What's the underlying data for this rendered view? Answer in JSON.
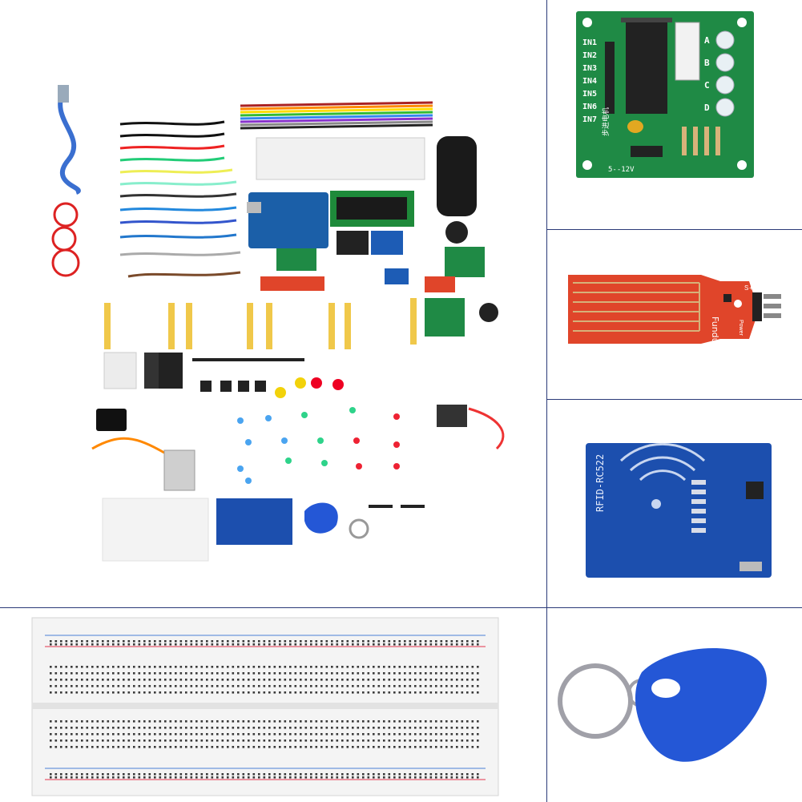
{
  "panels": {
    "stepper_driver": {
      "inputs": [
        "IN1",
        "IN2",
        "IN3",
        "IN4",
        "IN5",
        "IN6",
        "IN7"
      ],
      "leds": [
        "A",
        "B",
        "C",
        "D"
      ],
      "voltage": "5--12V",
      "chinese_label": "步进电机"
    },
    "water_sensor": {
      "brand": "Funduino",
      "pins": [
        "S",
        "+",
        "-"
      ],
      "power": "Power"
    },
    "rfid": {
      "model": "RFID-RC522"
    }
  },
  "colors": {
    "divider": "#2b3a78",
    "pcb_green": "#1f8a45",
    "sensor_red": "#e0452a",
    "rfid_blue": "#1c4fae",
    "tag_blue": "#2457d6"
  }
}
